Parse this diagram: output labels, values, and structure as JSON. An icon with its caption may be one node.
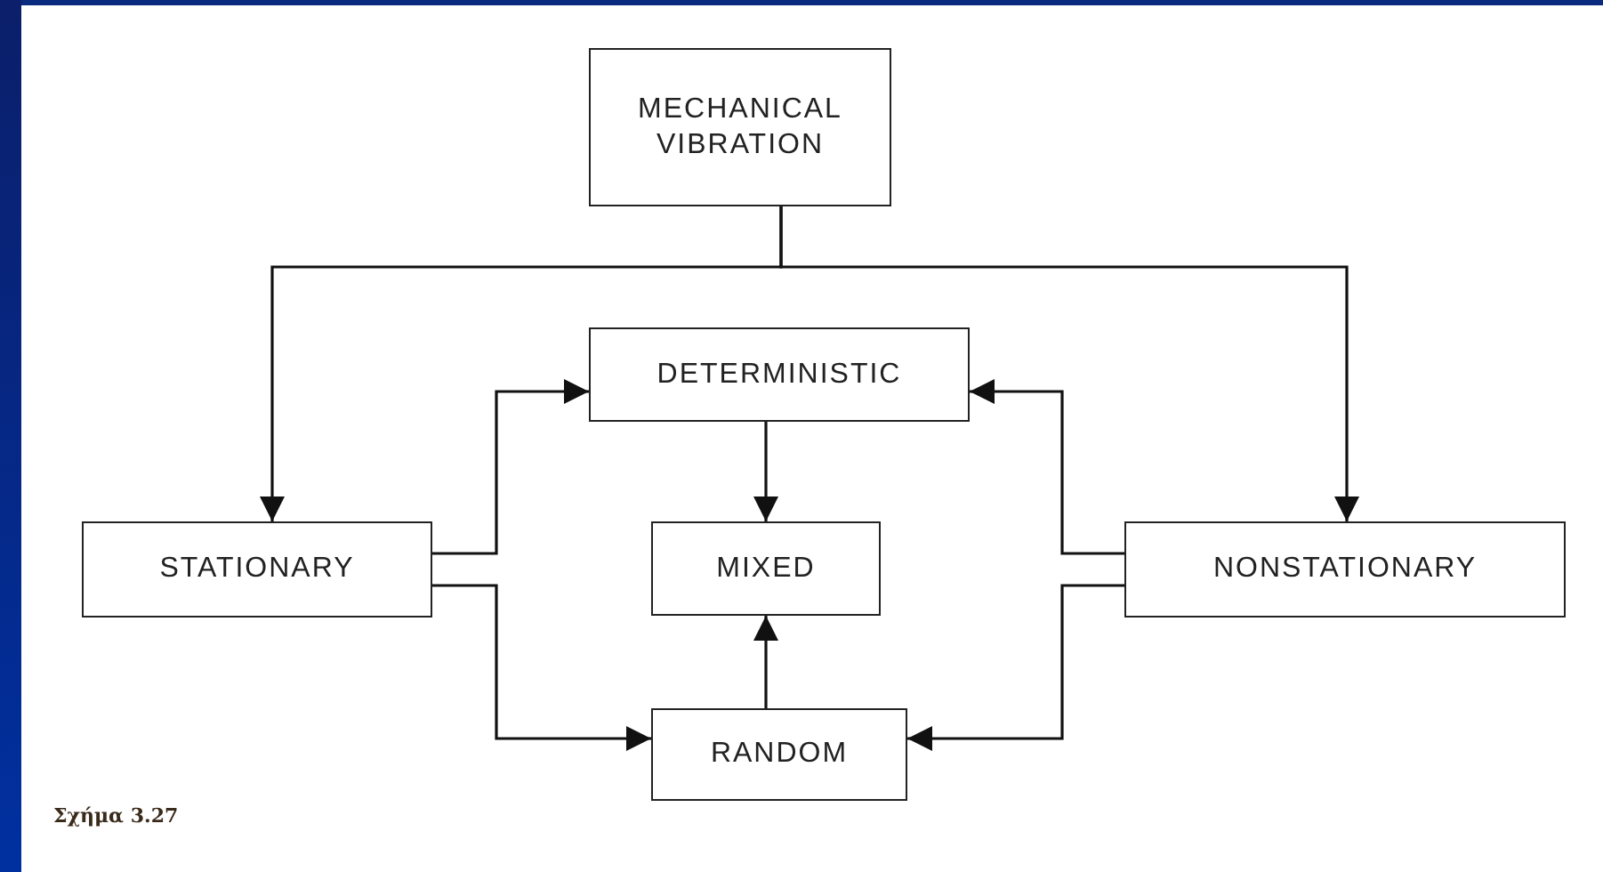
{
  "diagram": {
    "nodes": [
      {
        "text": [
          "MECHANICAL VIBRATION"
        ]
      },
      {
        "text": [
          "DETERMINISTIC"
        ]
      },
      {
        "text": [
          "STATIONARY"
        ]
      },
      {
        "text": [
          "MIXED"
        ]
      },
      {
        "text": [
          "NONSTATIONARY"
        ]
      },
      {
        "text": [
          "RANDOM"
        ]
      }
    ],
    "edges": [
      {
        "from": 0,
        "to": 2,
        "arrow": "to"
      },
      {
        "from": 0,
        "to": 4,
        "arrow": "to"
      },
      {
        "from": 2,
        "to": 1,
        "arrow": "to"
      },
      {
        "from": 2,
        "to": 5,
        "arrow": "to"
      },
      {
        "from": 4,
        "to": 1,
        "arrow": "to"
      },
      {
        "from": 4,
        "to": 5,
        "arrow": "to"
      },
      {
        "from": 1,
        "to": 3,
        "arrow": "to"
      },
      {
        "from": 5,
        "to": 3,
        "arrow": "to"
      }
    ],
    "labels": [
      "Σχήμα 3.27"
    ]
  }
}
